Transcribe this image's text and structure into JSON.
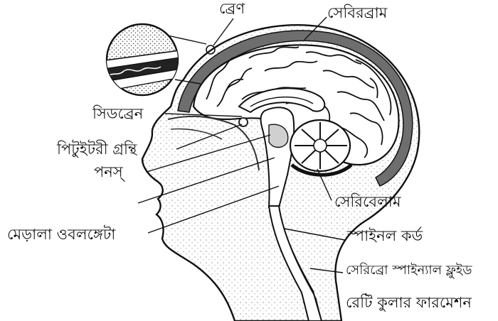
{
  "labels": {
    "brain_membrane": "ব্রেণ",
    "cerebrum": "সেবিরব্রাম",
    "cidrain": "সিডব্রেন",
    "pituitary": "পিটুইটরী গ্রন্থি",
    "pons": "পনস্",
    "medulla": "মেড়ালা ওবলঙ্গেটা",
    "cerebellum": "সেরিবেলাম",
    "spinal_cord": "স্পাইনল কর্ড",
    "csf": "সেরিব্রো স্পাইন্যাল ফ্লুইড",
    "foramen": "রেটি কুলার ফারমেশন"
  },
  "colors": {
    "ink": "#111111",
    "dark_fill": "#2b2b2b",
    "mid_fill": "#7a7a7a",
    "light_fill": "#bdbdbd"
  }
}
